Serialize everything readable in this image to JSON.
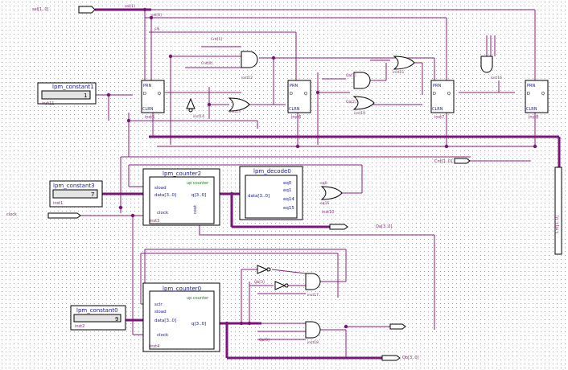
{
  "blocks": {
    "lpm_constant1": {
      "name": "lpm_constant1",
      "value": "1",
      "inst": "inst11"
    },
    "lpm_constant3": {
      "name": "lpm_constant3",
      "value": "7",
      "inst": "inst1"
    },
    "lpm_constant0": {
      "name": "lpm_constant0",
      "value": "9",
      "inst": "inst2"
    },
    "lpm_counter2": {
      "name": "lpm_counter2",
      "subtitle": "up counter",
      "ports": [
        "sload",
        "data[3..0]",
        "clock"
      ],
      "out": "q[3..0]",
      "cout": "cout",
      "inst": "inst3"
    },
    "lpm_counter0": {
      "name": "lpm_counter0",
      "subtitle": "up counter",
      "ports": [
        "sclr",
        "sload",
        "data[3..0]",
        "clock"
      ],
      "out": "q[3..0]",
      "inst": "inst4"
    },
    "lpm_decode0": {
      "name": "lpm_decode0",
      "port": "data[3..0]",
      "outputs": [
        "eq0",
        "eq1",
        "eq14",
        "eq15"
      ],
      "inst": "inst10"
    }
  },
  "dff": [
    {
      "inst": "inst5",
      "d": "D",
      "q": "Q",
      "clrn": "CLRN",
      "prn": "PRN"
    },
    {
      "inst": "inst6",
      "d": "D",
      "q": "Q",
      "clrn": "CLRN",
      "prn": "PRN"
    },
    {
      "inst": "inst7",
      "d": "D",
      "q": "Q",
      "clrn": "CLRN",
      "prn": "PRN"
    },
    {
      "inst": "inst8",
      "d": "D",
      "q": "Q",
      "clrn": "CLRN",
      "prn": "PRN"
    }
  ],
  "io": {
    "sel": "sel[1..0]",
    "clock": "clock",
    "cnt": "Cnt[1..0]",
    "qa": "Qa[3..0]",
    "qb": "Qb[3..0]",
    "cnt_vert": "Cnt[1..0]"
  },
  "nets": [
    "sel[1]",
    "sel[0]",
    "clk",
    "Cnt[1]",
    "Cnt[0]",
    "Qa[3]",
    "Qa[2]",
    "Qb[3]",
    "Qb[0]",
    "eq0",
    "eq15",
    "inst12",
    "inst13",
    "inst14",
    "inst15",
    "inst16",
    "inst17",
    "inst18",
    "inst19"
  ]
}
